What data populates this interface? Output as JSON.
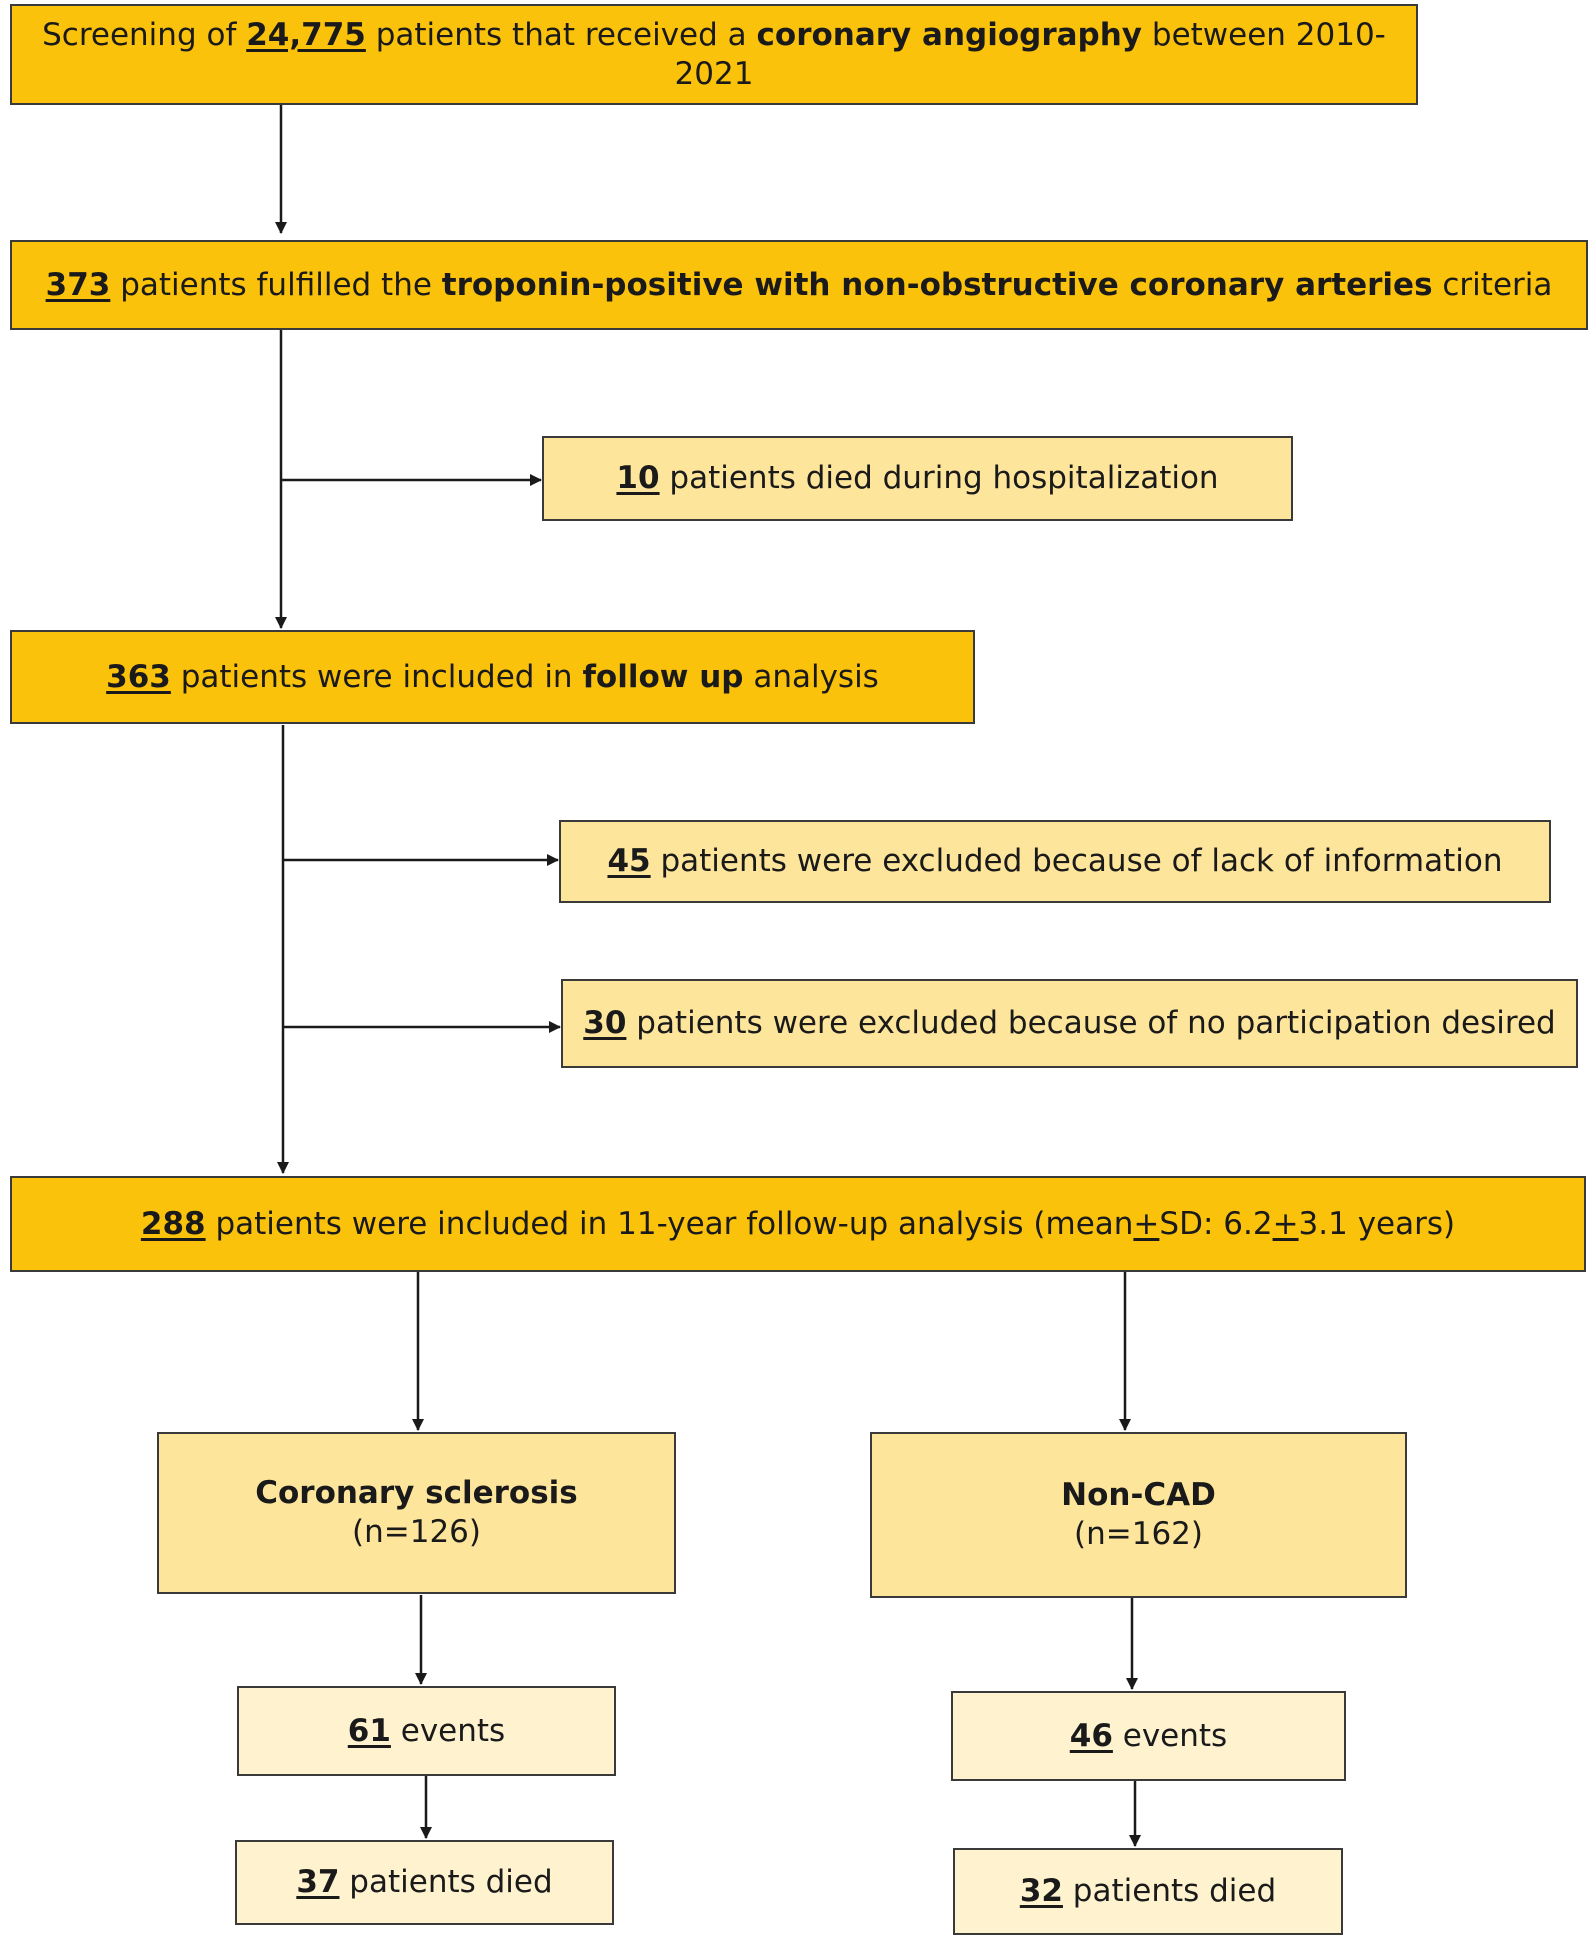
{
  "box1": {
    "pre": "Screening of ",
    "n": "24,775",
    "mid": " patients that received a ",
    "bold": "coronary angiography",
    "post": " between 2010-2021"
  },
  "box2": {
    "n": "373",
    "mid": " patients fulfilled the ",
    "bold": "troponin-positive with non-obstructive coronary arteries",
    "post": " criteria"
  },
  "excl1": {
    "n": "10",
    "text": " patients died during hospitalization"
  },
  "box3": {
    "n": "363",
    "mid": " patients were included in ",
    "bold": "follow up",
    "post": " analysis"
  },
  "excl2": {
    "n": "45",
    "text": " patients were excluded because of lack of information"
  },
  "excl3": {
    "n": "30",
    "text": " patients were excluded because of no participation desired"
  },
  "box4": {
    "n": "288",
    "mid": " patients were included in 11-year follow-up analysis (mean",
    "pm1": "+",
    "mid2": "SD: 6.2",
    "pm2": "+",
    "post": "3.1 years)"
  },
  "left": {
    "group_title": "Coronary sclerosis",
    "group_n": "(n=126)",
    "events_n": "61",
    "events_text": " events",
    "died_n": "37",
    "died_text": " patients died"
  },
  "right": {
    "group_title": "Non-CAD",
    "group_n": "(n=162)",
    "events_n": "46",
    "events_text": " events",
    "died_n": "32",
    "died_text": " patients died"
  }
}
